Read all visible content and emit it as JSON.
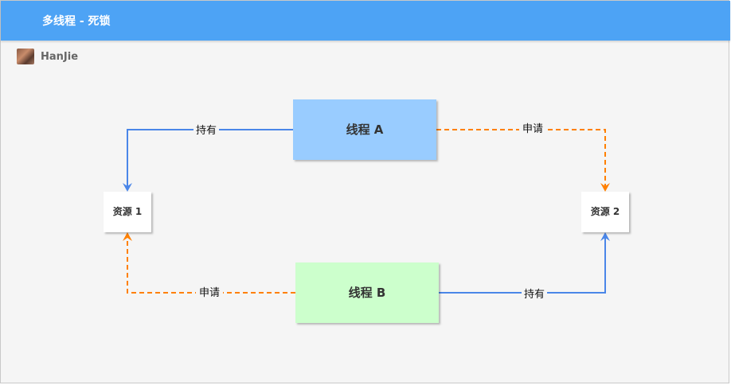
{
  "header": {
    "title": "多线程 - 死锁"
  },
  "author": {
    "name": "HanJie"
  },
  "nodes": {
    "thread_a": "线程 A",
    "thread_b": "线程 B",
    "resource_1": "资源 1",
    "resource_2": "资源 2"
  },
  "edges": {
    "a_holds_r1": "持有",
    "a_requests_r2": "申请",
    "b_requests_r1": "申请",
    "b_holds_r2": "持有"
  },
  "colors": {
    "header": "#4da3f5",
    "thread_a": "#99ccff",
    "thread_b": "#ccffcc",
    "hold_edge": "#4a86e8",
    "request_edge": "#ff8000"
  }
}
